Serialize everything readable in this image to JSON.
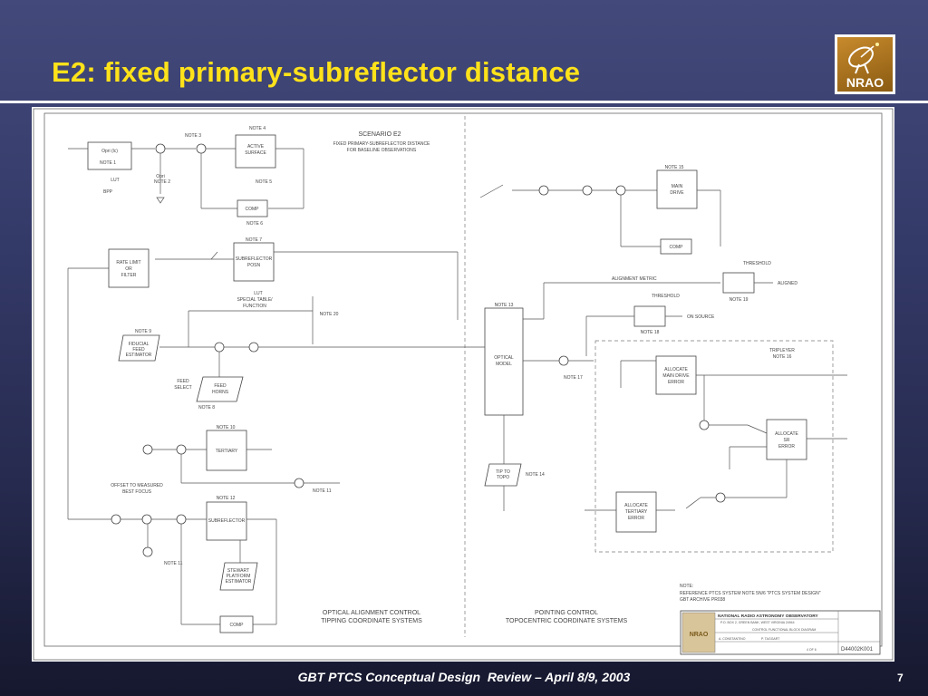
{
  "slide": {
    "title": "E2: fixed primary-subreflector distance",
    "footer": "GBT PTCS Conceptual Design  Review – April 8/9, 2003",
    "page_number": "7",
    "logo_text": "NRAO"
  },
  "colors": {
    "title": "#ffe21a",
    "background_top": "#43497a",
    "background_bottom": "#16182e",
    "logo": "#b07a22"
  },
  "diagram": {
    "scenario_title": "SCENARIO E2",
    "scenario_sub1": "FIXED PRIMARY-SUBREFLECTOR DISTANCE",
    "scenario_sub2": "FOR BASELINE OBSERVATIONS",
    "blocks": {
      "lut_block": "Opri (lc)",
      "active_surface_1": "ACTIVE",
      "active_surface_2": "SURFACE",
      "comp": "COMP",
      "subreflector_posn_1": "SUBREFLECTOR",
      "subreflector_posn_2": "POSN",
      "rate_limit_1": "RATE LIMIT",
      "rate_limit_2": "OR",
      "rate_limit_3": "FILTER",
      "fiducial_1": "FIDUCIAL",
      "fiducial_2": "FEED",
      "fiducial_3": "ESTIMATOR",
      "feed_horns_1": "FEED",
      "feed_horns_2": "HORNS",
      "tertiary": "TERTIARY",
      "subreflector": "SUBREFLECTOR",
      "stewart_1": "STEWART",
      "stewart_2": "PLATFORM",
      "stewart_3": "ESTIMATOR",
      "optical_model_1": "OPTICAL",
      "optical_model_2": "MODEL",
      "tip_to_topo_1": "TIP TO",
      "tip_to_topo_2": "TOPO",
      "main_drive_1": "MAIN",
      "main_drive_2": "DRIVE",
      "alloc_main_1": "ALLOCATE",
      "alloc_main_2": "MAIN DRIVE",
      "alloc_main_3": "ERROR",
      "alloc_sr_1": "ALLOCATE",
      "alloc_sr_2": "SR",
      "alloc_sr_3": "ERROR",
      "alloc_tert_1": "ALLOCATE",
      "alloc_tert_2": "TERTIARY",
      "alloc_tert_3": "ERROR"
    },
    "notes": {
      "note1": "NOTE 1",
      "note2": "NOTE 2",
      "note3": "NOTE 3",
      "note4": "NOTE 4",
      "note5": "NOTE 5",
      "note6": "NOTE 6",
      "note7": "NOTE 7",
      "note8": "NOTE 8",
      "note9": "NOTE 9",
      "note10": "NOTE 10",
      "note11a": "NOTE 11",
      "note11b": "NOTE 11",
      "note12": "NOTE 12",
      "note13": "NOTE 13",
      "note14": "NOTE 14",
      "note15": "NOTE 15",
      "note16": "NOTE 16",
      "note17": "NOTE 17",
      "note18": "NOTE 18",
      "note19": "NOTE 19",
      "note20": "NOTE 20"
    },
    "labels": {
      "lut1": "LUT",
      "lut2": "LUT",
      "bpp": "BPP",
      "special_1": "SPECIAL TABLE/",
      "special_2": "FUNCTION",
      "feed_select_1": "FEED",
      "feed_select_2": "SELECT",
      "offset_1": "OFFSET TO MEASURED",
      "offset_2": "BEST FOCUS",
      "threshold_a": "THRESHOLD",
      "threshold_b": "THRESHOLD",
      "aligned": "ALIGNED",
      "alignment_metric": "ALIGNMENT METRIC",
      "on_source": "ON SOURCE",
      "tripleyer": "TRIPLEYER",
      "optical_caption_1": "OPTICAL ALIGNMENT CONTROL",
      "optical_caption_2": "TIPPING COORDINATE SYSTEMS",
      "pointing_caption_1": "POINTING CONTROL",
      "pointing_caption_2": "TOPOCENTRIC COORDINATE SYSTEMS",
      "ref_note_1": "NOTE:",
      "ref_note_2": "REFERENCE PTCS SYSTEM NOTE 5N/6 \"PTCS SYSTEM DESIGN\"",
      "ref_note_3": "GBT ARCHIVE PR038"
    },
    "title_block": {
      "org": "NATIONAL RADIO ASTRONOMY OBSERVATORY",
      "addr": "P.O. BOX 2, GREEN BANK, WEST VIRGINIA 24944",
      "desc": "CONTROL FUNCTIONAL BLOCK DIAGRAM",
      "drawn": "A. CONSTANTINO",
      "checked": "P. TAGGART",
      "sheet": "4 OF 6",
      "drawing_no": "D44002K001"
    }
  }
}
